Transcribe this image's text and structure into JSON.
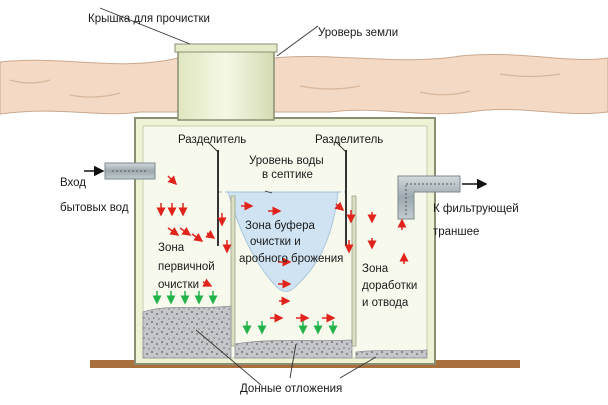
{
  "labels": {
    "cleaning_lid": "Крышка для прочистки",
    "ground_level": "Уроверь земли",
    "separator_left": "Разделитель",
    "separator_right": "Разделитель",
    "water_level_1": "Уровень воды",
    "water_level_2": "в септике",
    "inlet_1": "Вход",
    "inlet_2": "бытовых вод",
    "outlet_1": "К фильтрующей",
    "outlet_2": "траншее",
    "buffer_zone_1": "Зона буфера",
    "buffer_zone_2": "очистки и",
    "buffer_zone_3": "аробного брожения",
    "primary_zone_1": "Зона",
    "primary_zone_2": "первичной",
    "primary_zone_3": "очистки",
    "final_zone_1": "Зона",
    "final_zone_2": "доработки",
    "final_zone_3": "и отвода",
    "sediments": "Донные  отложения"
  },
  "colors": {
    "soil": "#f4d9c4",
    "soil_stroke": "#c9a98f",
    "tank_wall": "#eef3d6",
    "tank_stroke": "#8a8f74",
    "water": "#cfe3f2",
    "pipe": "#aeb9bf",
    "flow_arrow": "#e0241b",
    "settling_arrow": "#24b34a",
    "sediment": "#b9bcc0",
    "ground_base": "#a9703e"
  },
  "icons": [
    "flow-arrow-icon",
    "settling-arrow-icon"
  ]
}
